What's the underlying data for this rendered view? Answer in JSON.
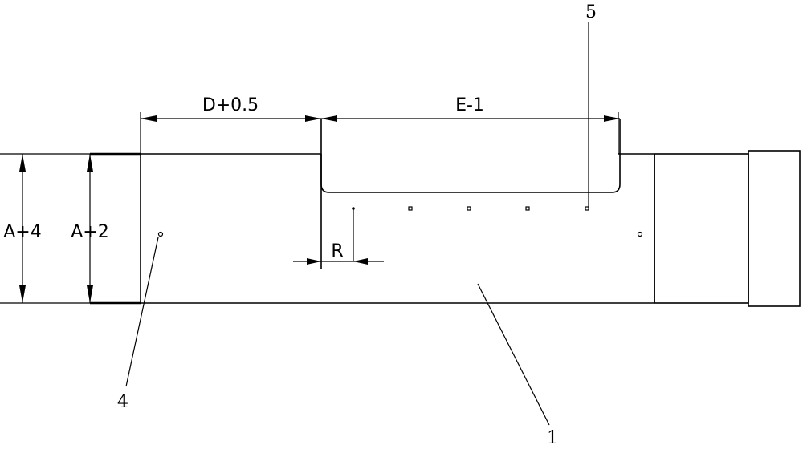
{
  "dimensions": {
    "width_label": "D+0.5",
    "slot_label": "E-1",
    "outer_height_label": "A+4",
    "inner_height_label": "A+2",
    "radius_label": "R"
  },
  "callouts": {
    "part_1": "1",
    "part_4": "4",
    "part_5": "5"
  }
}
